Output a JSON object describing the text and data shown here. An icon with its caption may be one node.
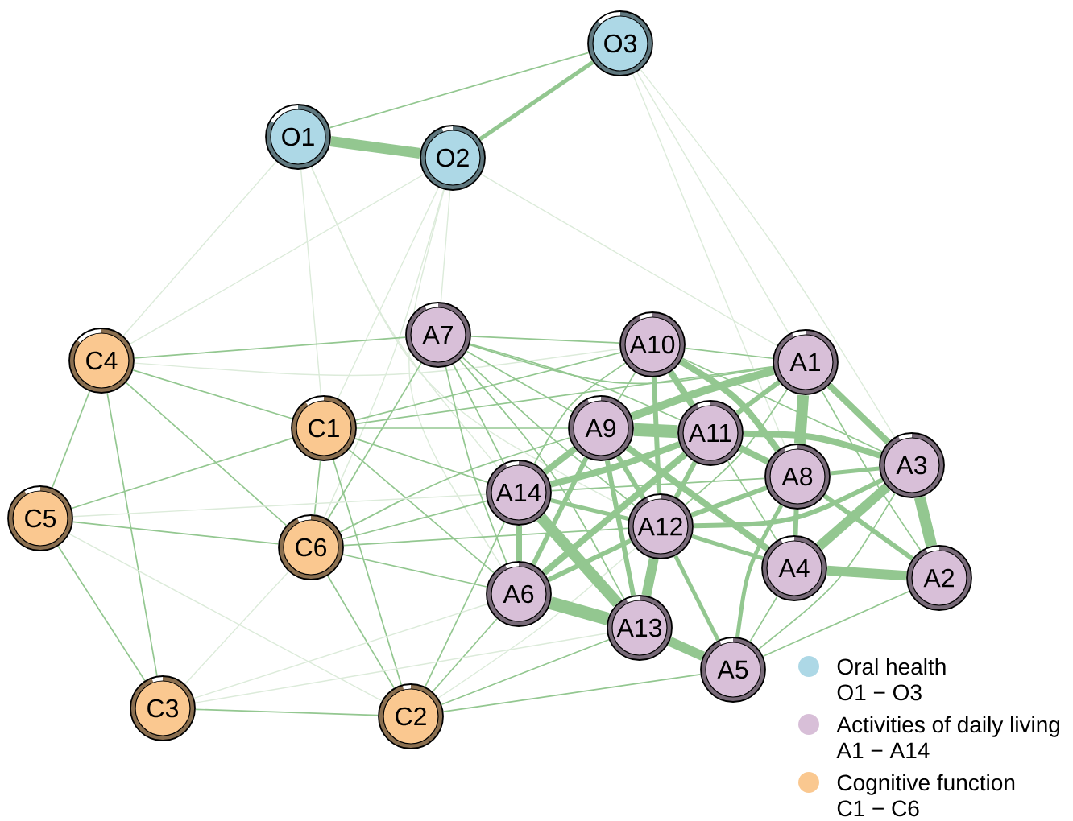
{
  "diagram": {
    "nodes": [
      {
        "text": [
          "O1"
        ]
      },
      {
        "text": [
          "O2"
        ]
      },
      {
        "text": [
          "O3"
        ]
      },
      {
        "text": [
          "A1"
        ]
      },
      {
        "text": [
          "A2"
        ]
      },
      {
        "text": [
          "A3"
        ]
      },
      {
        "text": [
          "A4"
        ]
      },
      {
        "text": [
          "A5"
        ]
      },
      {
        "text": [
          "A6"
        ]
      },
      {
        "text": [
          "A7"
        ]
      },
      {
        "text": [
          "A8"
        ]
      },
      {
        "text": [
          "A9"
        ]
      },
      {
        "text": [
          "A10"
        ]
      },
      {
        "text": [
          "A11"
        ]
      },
      {
        "text": [
          "A12"
        ]
      },
      {
        "text": [
          "A13"
        ]
      },
      {
        "text": [
          "A14"
        ]
      },
      {
        "text": [
          "C1"
        ]
      },
      {
        "text": [
          "C2"
        ]
      },
      {
        "text": [
          "C3"
        ]
      },
      {
        "text": [
          "C4"
        ]
      },
      {
        "text": [
          "C5"
        ]
      },
      {
        "text": [
          "C6"
        ]
      }
    ],
    "edges": [
      {
        "from": 0,
        "to": 1,
        "arrow": "none",
        "style": "thick"
      },
      {
        "from": 0,
        "to": 2,
        "arrow": "none"
      },
      {
        "from": 1,
        "to": 2,
        "arrow": "none",
        "style": "thick"
      },
      {
        "from": 0,
        "to": 20,
        "arrow": "none",
        "color": "#dcebda"
      },
      {
        "from": 0,
        "to": 17,
        "arrow": "none",
        "color": "#dcebda"
      },
      {
        "from": 0,
        "to": 16,
        "arrow": "none",
        "color": "#dcebda"
      },
      {
        "from": 0,
        "to": 14,
        "arrow": "none",
        "color": "#dcebda"
      },
      {
        "from": 1,
        "to": 20,
        "arrow": "none",
        "color": "#dcebda"
      },
      {
        "from": 1,
        "to": 17,
        "arrow": "none",
        "color": "#dcebda"
      },
      {
        "from": 1,
        "to": 22,
        "arrow": "none",
        "color": "#dcebda"
      },
      {
        "from": 1,
        "to": 9,
        "arrow": "none",
        "color": "#dcebda"
      },
      {
        "from": 1,
        "to": 8,
        "arrow": "none",
        "color": "#dcebda"
      },
      {
        "from": 1,
        "to": 3,
        "arrow": "none",
        "color": "#dcebda"
      },
      {
        "from": 2,
        "to": 3,
        "arrow": "none",
        "color": "#dcebda"
      },
      {
        "from": 2,
        "to": 5,
        "arrow": "none",
        "color": "#dcebda"
      },
      {
        "from": 2,
        "to": 10,
        "arrow": "none",
        "color": "#dcebda"
      },
      {
        "from": 20,
        "to": 21,
        "arrow": "none"
      },
      {
        "from": 20,
        "to": 17,
        "arrow": "none"
      },
      {
        "from": 20,
        "to": 22,
        "arrow": "none"
      },
      {
        "from": 20,
        "to": 19,
        "arrow": "none"
      },
      {
        "from": 20,
        "to": 9,
        "arrow": "none"
      },
      {
        "from": 21,
        "to": 17,
        "arrow": "none"
      },
      {
        "from": 21,
        "to": 22,
        "arrow": "none"
      },
      {
        "from": 21,
        "to": 19,
        "arrow": "none"
      },
      {
        "from": 21,
        "to": 18,
        "arrow": "none",
        "color": "#dcebda"
      },
      {
        "from": 17,
        "to": 22,
        "arrow": "none"
      },
      {
        "from": 17,
        "to": 18,
        "arrow": "none"
      },
      {
        "from": 22,
        "to": 18,
        "arrow": "none"
      },
      {
        "from": 22,
        "to": 19,
        "arrow": "none",
        "color": "#dcebda"
      },
      {
        "from": 19,
        "to": 18,
        "arrow": "none"
      },
      {
        "from": 22,
        "to": 9,
        "arrow": "none"
      },
      {
        "from": 17,
        "to": 12,
        "arrow": "none"
      },
      {
        "from": 17,
        "to": 3,
        "arrow": "none"
      },
      {
        "from": 17,
        "to": 16,
        "arrow": "none"
      },
      {
        "from": 17,
        "to": 8,
        "arrow": "none"
      },
      {
        "from": 17,
        "to": 11,
        "arrow": "none"
      },
      {
        "from": 22,
        "to": 16,
        "arrow": "none"
      },
      {
        "from": 22,
        "to": 8,
        "arrow": "none"
      },
      {
        "from": 22,
        "to": 14,
        "arrow": "none"
      },
      {
        "from": 22,
        "to": 11,
        "arrow": "none"
      },
      {
        "from": 18,
        "to": 8,
        "arrow": "none"
      },
      {
        "from": 18,
        "to": 15,
        "arrow": "none"
      },
      {
        "from": 18,
        "to": 7,
        "arrow": "none"
      },
      {
        "from": 18,
        "to": 16,
        "arrow": "none"
      },
      {
        "from": 18,
        "to": 14,
        "arrow": "none",
        "color": "#dcebda"
      },
      {
        "from": 19,
        "to": 8,
        "arrow": "none",
        "color": "#dcebda"
      },
      {
        "from": 19,
        "to": 15,
        "arrow": "none",
        "color": "#dcebda"
      },
      {
        "from": 21,
        "to": 16,
        "arrow": "none",
        "color": "#dcebda"
      },
      {
        "from": 20,
        "to": 12,
        "arrow": "none",
        "color": "#dcebda"
      },
      {
        "from": 9,
        "to": 12,
        "arrow": "none"
      },
      {
        "from": 9,
        "to": 3,
        "arrow": "none"
      },
      {
        "from": 9,
        "to": 11,
        "arrow": "none"
      },
      {
        "from": 9,
        "to": 16,
        "arrow": "none"
      },
      {
        "from": 9,
        "to": 8,
        "arrow": "none"
      },
      {
        "from": 9,
        "to": 14,
        "arrow": "none"
      },
      {
        "from": 9,
        "to": 13,
        "arrow": "none"
      },
      {
        "from": 9,
        "to": 15,
        "arrow": "none"
      },
      {
        "from": 12,
        "to": 3,
        "arrow": "none"
      },
      {
        "from": 12,
        "to": 11,
        "arrow": "none"
      },
      {
        "from": 3,
        "to": 4,
        "arrow": "none"
      },
      {
        "from": 16,
        "to": 10,
        "arrow": "none"
      },
      {
        "from": 6,
        "to": 7,
        "arrow": "none"
      },
      {
        "from": 4,
        "to": 7,
        "arrow": "none"
      },
      {
        "from": 5,
        "to": 7,
        "arrow": "none"
      },
      {
        "from": 12,
        "to": 16,
        "arrow": "none"
      },
      {
        "from": 12,
        "to": 5,
        "arrow": "none"
      },
      {
        "from": 3,
        "to": 14,
        "arrow": "none"
      },
      {
        "from": 13,
        "to": 6,
        "arrow": "none"
      },
      {
        "from": 12,
        "to": 13,
        "arrow": "none",
        "style": "thick"
      },
      {
        "from": 12,
        "to": 14,
        "arrow": "none",
        "style": "thick"
      },
      {
        "from": 12,
        "to": 10,
        "arrow": "none",
        "style": "thick"
      },
      {
        "from": 11,
        "to": 13,
        "arrow": "none",
        "style": "thick"
      },
      {
        "from": 11,
        "to": 3,
        "arrow": "none",
        "style": "thick"
      },
      {
        "from": 13,
        "to": 3,
        "arrow": "none",
        "style": "thick"
      },
      {
        "from": 3,
        "to": 10,
        "arrow": "none",
        "style": "thick"
      },
      {
        "from": 3,
        "to": 5,
        "arrow": "none",
        "style": "thick"
      },
      {
        "from": 13,
        "to": 10,
        "arrow": "none",
        "style": "thick"
      },
      {
        "from": 13,
        "to": 5,
        "arrow": "none",
        "style": "thick"
      },
      {
        "from": 10,
        "to": 5,
        "arrow": "none",
        "style": "thick"
      },
      {
        "from": 10,
        "to": 6,
        "arrow": "none",
        "style": "thick"
      },
      {
        "from": 5,
        "to": 6,
        "arrow": "none",
        "style": "thick"
      },
      {
        "from": 5,
        "to": 4,
        "arrow": "none",
        "style": "thick"
      },
      {
        "from": 6,
        "to": 4,
        "arrow": "none",
        "style": "thick"
      },
      {
        "from": 10,
        "to": 4,
        "arrow": "none",
        "style": "thick"
      },
      {
        "from": 16,
        "to": 11,
        "arrow": "none",
        "style": "thick"
      },
      {
        "from": 16,
        "to": 13,
        "arrow": "none",
        "style": "thick"
      },
      {
        "from": 16,
        "to": 8,
        "arrow": "none",
        "style": "thick"
      },
      {
        "from": 16,
        "to": 15,
        "arrow": "none",
        "style": "thick"
      },
      {
        "from": 16,
        "to": 14,
        "arrow": "none",
        "style": "thick"
      },
      {
        "from": 11,
        "to": 14,
        "arrow": "none",
        "style": "thick"
      },
      {
        "from": 11,
        "to": 6,
        "arrow": "none",
        "style": "thick"
      },
      {
        "from": 11,
        "to": 8,
        "arrow": "none",
        "style": "thick"
      },
      {
        "from": 11,
        "to": 15,
        "arrow": "none",
        "style": "thick"
      },
      {
        "from": 13,
        "to": 8,
        "arrow": "none",
        "style": "thick"
      },
      {
        "from": 13,
        "to": 14,
        "arrow": "none",
        "style": "thick"
      },
      {
        "from": 14,
        "to": 10,
        "arrow": "none",
        "style": "thick"
      },
      {
        "from": 14,
        "to": 5,
        "arrow": "none",
        "style": "thick"
      },
      {
        "from": 14,
        "to": 15,
        "arrow": "none",
        "style": "thick"
      },
      {
        "from": 14,
        "to": 8,
        "arrow": "none",
        "style": "thick"
      },
      {
        "from": 14,
        "to": 6,
        "arrow": "none",
        "style": "thick"
      },
      {
        "from": 14,
        "to": 7,
        "arrow": "none",
        "style": "thick"
      },
      {
        "from": 8,
        "to": 15,
        "arrow": "none",
        "style": "thick"
      },
      {
        "from": 15,
        "to": 7,
        "arrow": "none",
        "style": "thick"
      },
      {
        "from": 10,
        "to": 7,
        "arrow": "none",
        "style": "thick"
      }
    ],
    "legend": [
      {
        "text": "Oral health O1 − O3",
        "color": "#add8e6"
      },
      {
        "text": "Activities of daily living A1 − A14",
        "color": "#d8bfd8"
      },
      {
        "text": "Cognitive function C1 − C6",
        "color": "#fac890"
      }
    ]
  }
}
